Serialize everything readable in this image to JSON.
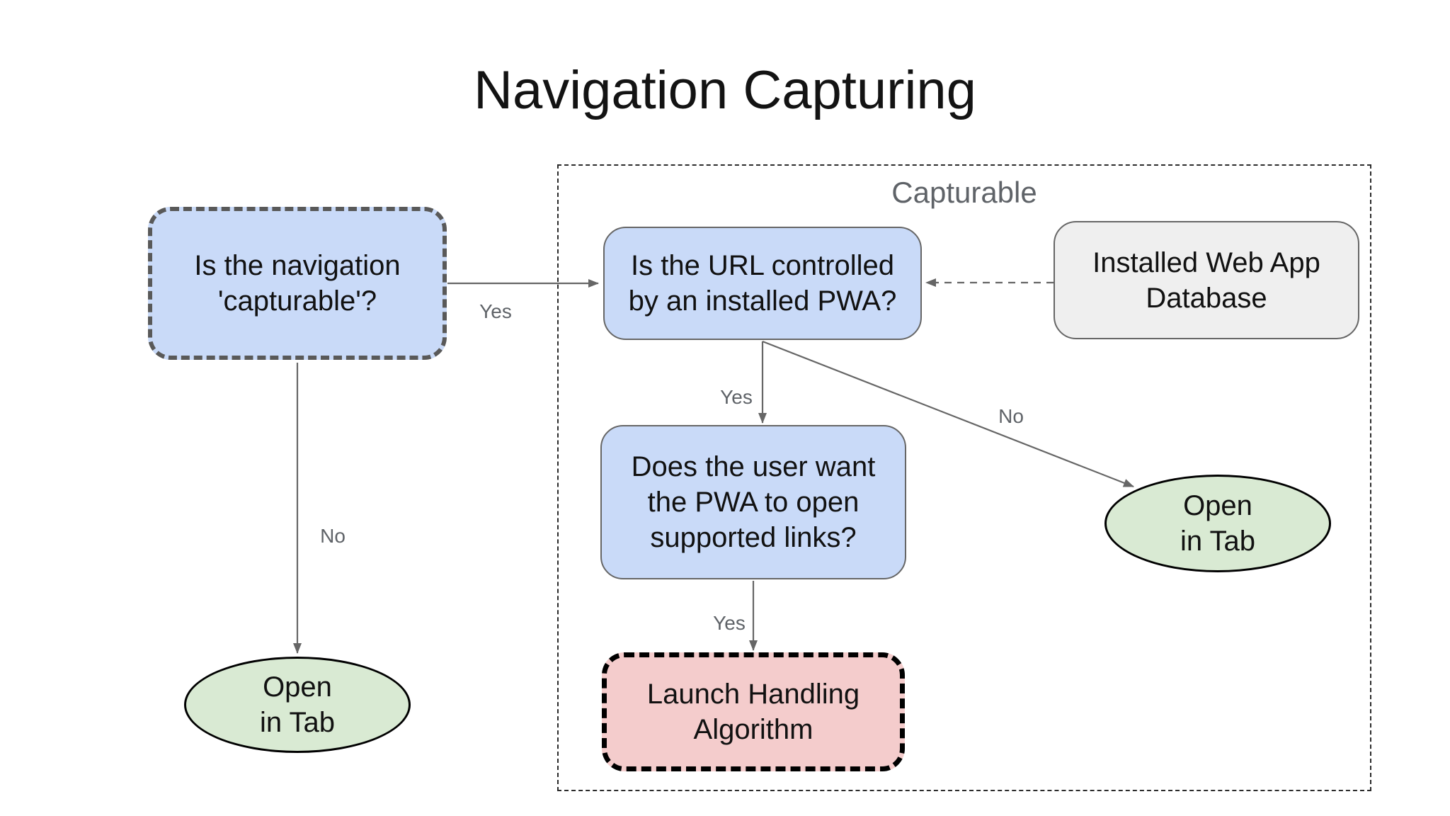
{
  "title": "Navigation Capturing",
  "group": {
    "label": "Capturable"
  },
  "nodes": {
    "nav_capturable": {
      "lines": [
        "Is the navigation",
        "'capturable'?"
      ]
    },
    "url_controlled": {
      "lines": [
        "Is the URL controlled",
        "by an installed PWA?"
      ]
    },
    "installed_db": {
      "lines": [
        "Installed Web App",
        "Database"
      ]
    },
    "user_wants": {
      "lines": [
        "Does the user want",
        "the PWA to open",
        "supported links?"
      ]
    },
    "launch_handling": {
      "lines": [
        "Launch Handling",
        "Algorithm"
      ]
    },
    "open_tab_left": {
      "lines": [
        "Open",
        "in Tab"
      ]
    },
    "open_tab_right": {
      "lines": [
        "Open",
        "in Tab"
      ]
    }
  },
  "edge_labels": {
    "capturable_yes": "Yes",
    "capturable_no": "No",
    "url_yes": "Yes",
    "url_no": "No",
    "user_yes": "Yes"
  },
  "colors": {
    "node_blue": "#c9daf8",
    "node_green": "#d9ead3",
    "node_red": "#f4cccc",
    "node_gray": "#efefef",
    "arrow": "#666666",
    "edge_label": "#5f6368"
  }
}
